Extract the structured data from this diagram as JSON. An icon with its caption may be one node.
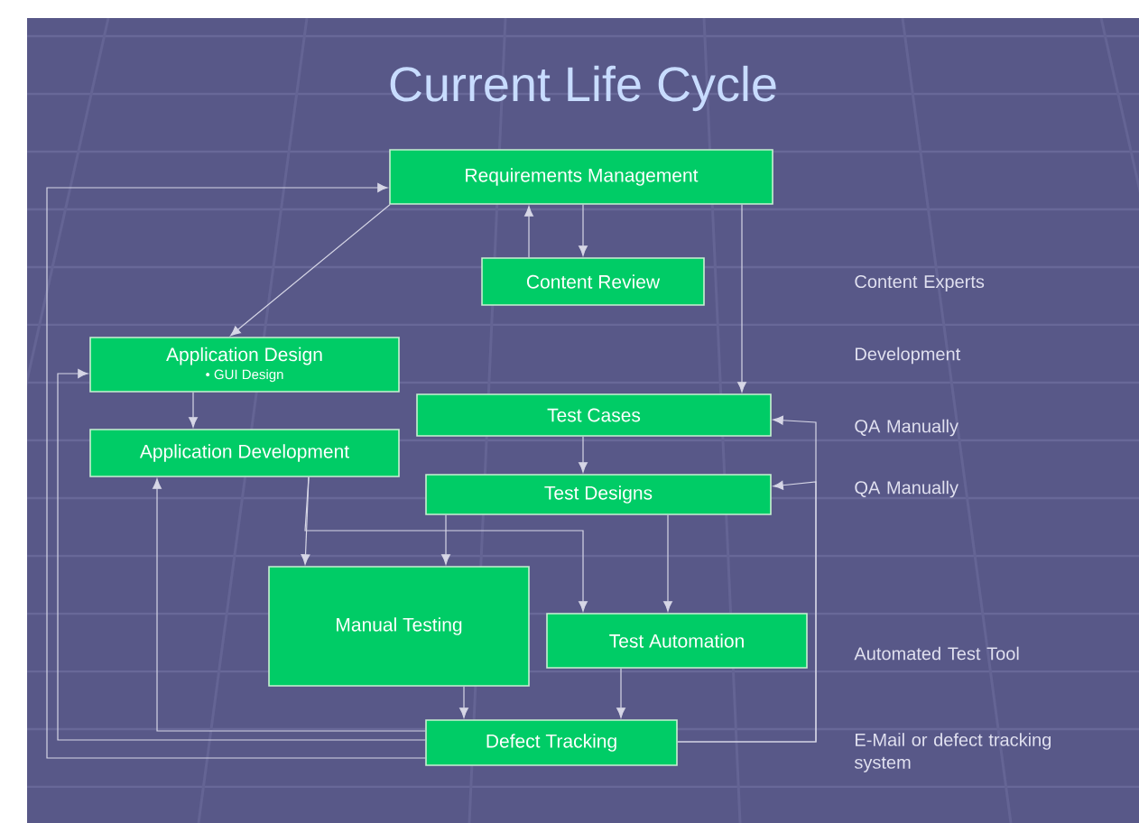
{
  "diagram": {
    "title": "Current Life Cycle",
    "nodes": [
      {
        "text": [
          "Requirements Management"
        ]
      },
      {
        "text": [
          "Content Review"
        ]
      },
      {
        "text": [
          "Application Design",
          "• GUI Design"
        ]
      },
      {
        "text": [
          "Application Development"
        ]
      },
      {
        "text": [
          "Test Cases"
        ]
      },
      {
        "text": [
          "Test Designs"
        ]
      },
      {
        "text": [
          "Manual Testing"
        ]
      },
      {
        "text": [
          "Test Automation"
        ]
      },
      {
        "text": [
          "Defect Tracking"
        ]
      }
    ],
    "edges": [
      {
        "from": 0,
        "to": 2,
        "arrow": "to"
      },
      {
        "from": 1,
        "to": 0,
        "arrow": "to"
      },
      {
        "from": 0,
        "to": 1,
        "arrow": "to"
      },
      {
        "from": 0,
        "to": 4,
        "arrow": "to"
      },
      {
        "from": 2,
        "to": 3,
        "arrow": "to"
      },
      {
        "from": 4,
        "to": 5,
        "arrow": "to"
      },
      {
        "from": 3,
        "to": 6,
        "arrow": "to"
      },
      {
        "from": 3,
        "to": 7,
        "arrow": "to"
      },
      {
        "from": 5,
        "to": 6,
        "arrow": "to"
      },
      {
        "from": 5,
        "to": 7,
        "arrow": "to"
      },
      {
        "from": 6,
        "to": 8,
        "arrow": "to"
      },
      {
        "from": 7,
        "to": 8,
        "arrow": "to"
      },
      {
        "from": 8,
        "to": 3,
        "arrow": "to"
      },
      {
        "from": 8,
        "to": 2,
        "arrow": "to"
      },
      {
        "from": 8,
        "to": 0,
        "arrow": "to"
      },
      {
        "from": 8,
        "to": 4,
        "arrow": "to"
      },
      {
        "from": 8,
        "to": 5,
        "arrow": "to"
      }
    ],
    "labels": [
      "Content Experts",
      "Development",
      "QA Manually",
      "QA Manually",
      "Automated Test Tool",
      "E-Mail or defect tracking system"
    ]
  }
}
